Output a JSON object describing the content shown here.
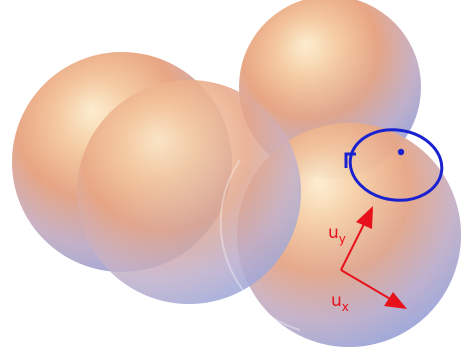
{
  "figure": {
    "labels": {
      "ux_main": "u",
      "ux_sub": "x",
      "uy_main": "u",
      "uy_sub": "y",
      "r": "r"
    },
    "colors": {
      "arrow": "#e8101a",
      "circle": "#1a22d0",
      "sphere_warm": "#eaa27c",
      "sphere_cool": "#a6b0dc",
      "sphere_highlight": "#fff6dc"
    },
    "spheres": [
      "back-right-sphere",
      "back-left-sphere",
      "front-left-sphere",
      "front-right-sphere"
    ]
  }
}
